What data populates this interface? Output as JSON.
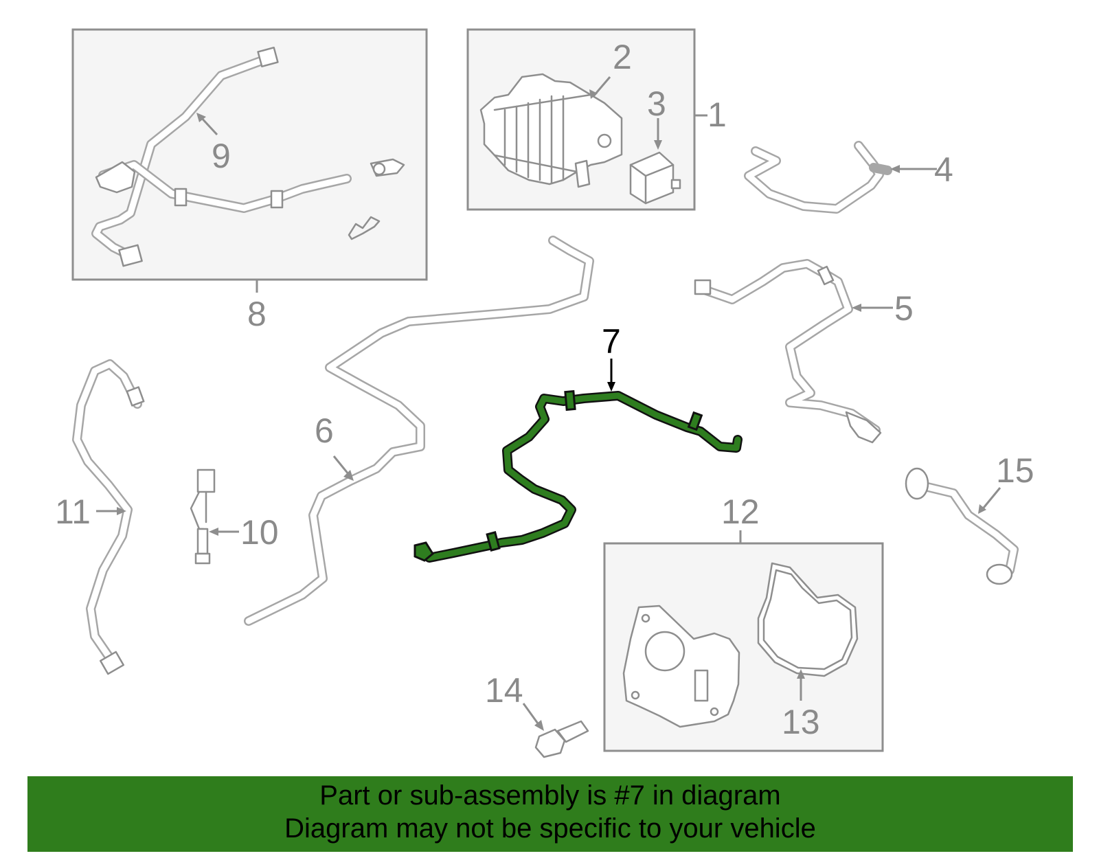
{
  "callouts": {
    "c1": "1",
    "c2": "2",
    "c3": "3",
    "c4": "4",
    "c5": "5",
    "c6": "6",
    "c7": "7",
    "c8": "8",
    "c9": "9",
    "c10": "10",
    "c11": "11",
    "c12": "12",
    "c13": "13",
    "c14": "14",
    "c15": "15"
  },
  "highlight": {
    "part": "7",
    "color": "#2e7d1f"
  },
  "colors": {
    "banner": "#2f7d1c",
    "part_gray": "#a6a6a6",
    "box_fill": "#f5f5f5"
  },
  "footer": {
    "line1": "Part or sub-assembly is #7 in diagram",
    "line2": "Diagram may not be specific to your vehicle"
  }
}
